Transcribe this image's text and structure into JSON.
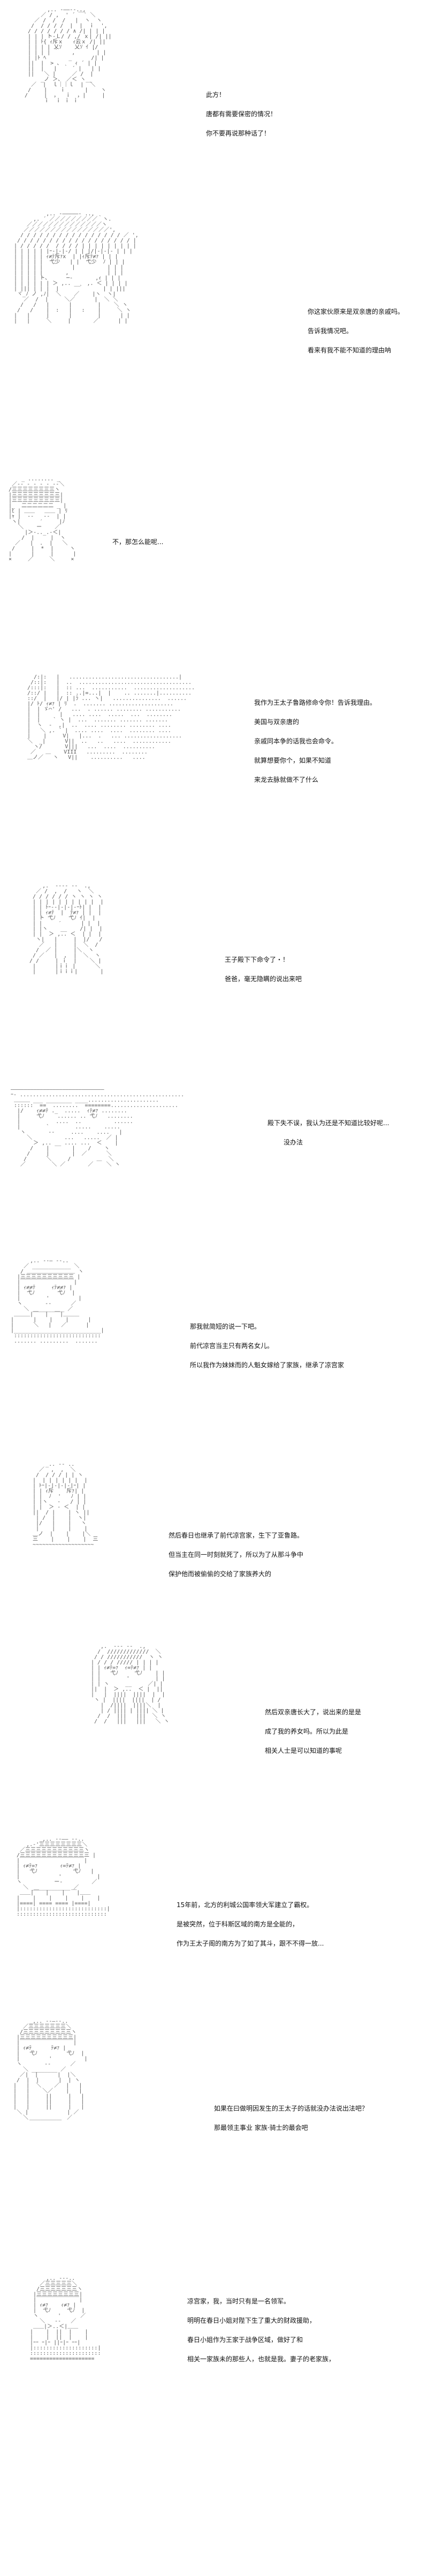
{
  "panels": [
    {
      "lines": [
        "此方！",
        "唐都有需要保密的情况！",
        "你不要再说那种话了！"
      ]
    },
    {
      "lines": [
        "你这家伙原来是双亲唐的亲戚吗。",
        "告诉我情况吧。",
        "看来有我不能不知道的理由呐"
      ]
    },
    {
      "lines": [
        "不，那怎么能呢..."
      ]
    },
    {
      "lines": [
        "我作为王太子鲁路修命令你！告诉我理由。",
        "美国与双亲唐的",
        "亲戚同本争的话我也会命令。",
        "就算想要你个，如果不知道",
        "来龙去脉就做不了什么"
      ]
    },
    {
      "lines": [
        "王子殿下下命令了・！",
        "爸爸，毫无隐瞒的说出来吧"
      ]
    },
    {
      "lines": [
        "殿下失不误，我认为还是不知道比较好呢...",
        "没办法"
      ]
    },
    {
      "lines": [
        "那我就简短的说一下吧。",
        "前代凉宫当主只有两名女儿。",
        "所以我作为妹妹而的人魁女嫁给了家族，继承了凉宫家"
      ]
    },
    {
      "lines": [
        "然后春日也继承了前代凉宫家，生下了亚鲁路。",
        "但当主在同一时刻就死了，所以为了从那斗争中",
        "保护他而被偷偷的交给了家族养大的"
      ]
    },
    {
      "lines": [
        "然后双亲唐长大了，说出来的是是",
        "成了我的养女吗。所以为此是",
        "相关人士是可以知道的事呢"
      ]
    },
    {
      "lines": [
        "15年前，北方的利城公国率领大军建立了霸权。",
        "是被突然，位于科斯区域的南方是全能的，",
        "作为王太子阁的南方为了如了其斗，跟不不得一放..."
      ]
    },
    {
      "lines": [
        "如果在曰做明因发生的王太子的话就没办法说出法吧？",
        "那最领主事业 家族·骑士的最会吧"
      ]
    },
    {
      "lines": [
        "凉宫家，我，当时只有是一名领军。",
        "明明在春日小姐对陛下生了重大的财政援助，",
        "春日小姐作为王家于战争区域，做好了和",
        "相关一家族未的那些人，也就是我。妻子的老家族，"
      ]
    }
  ]
}
